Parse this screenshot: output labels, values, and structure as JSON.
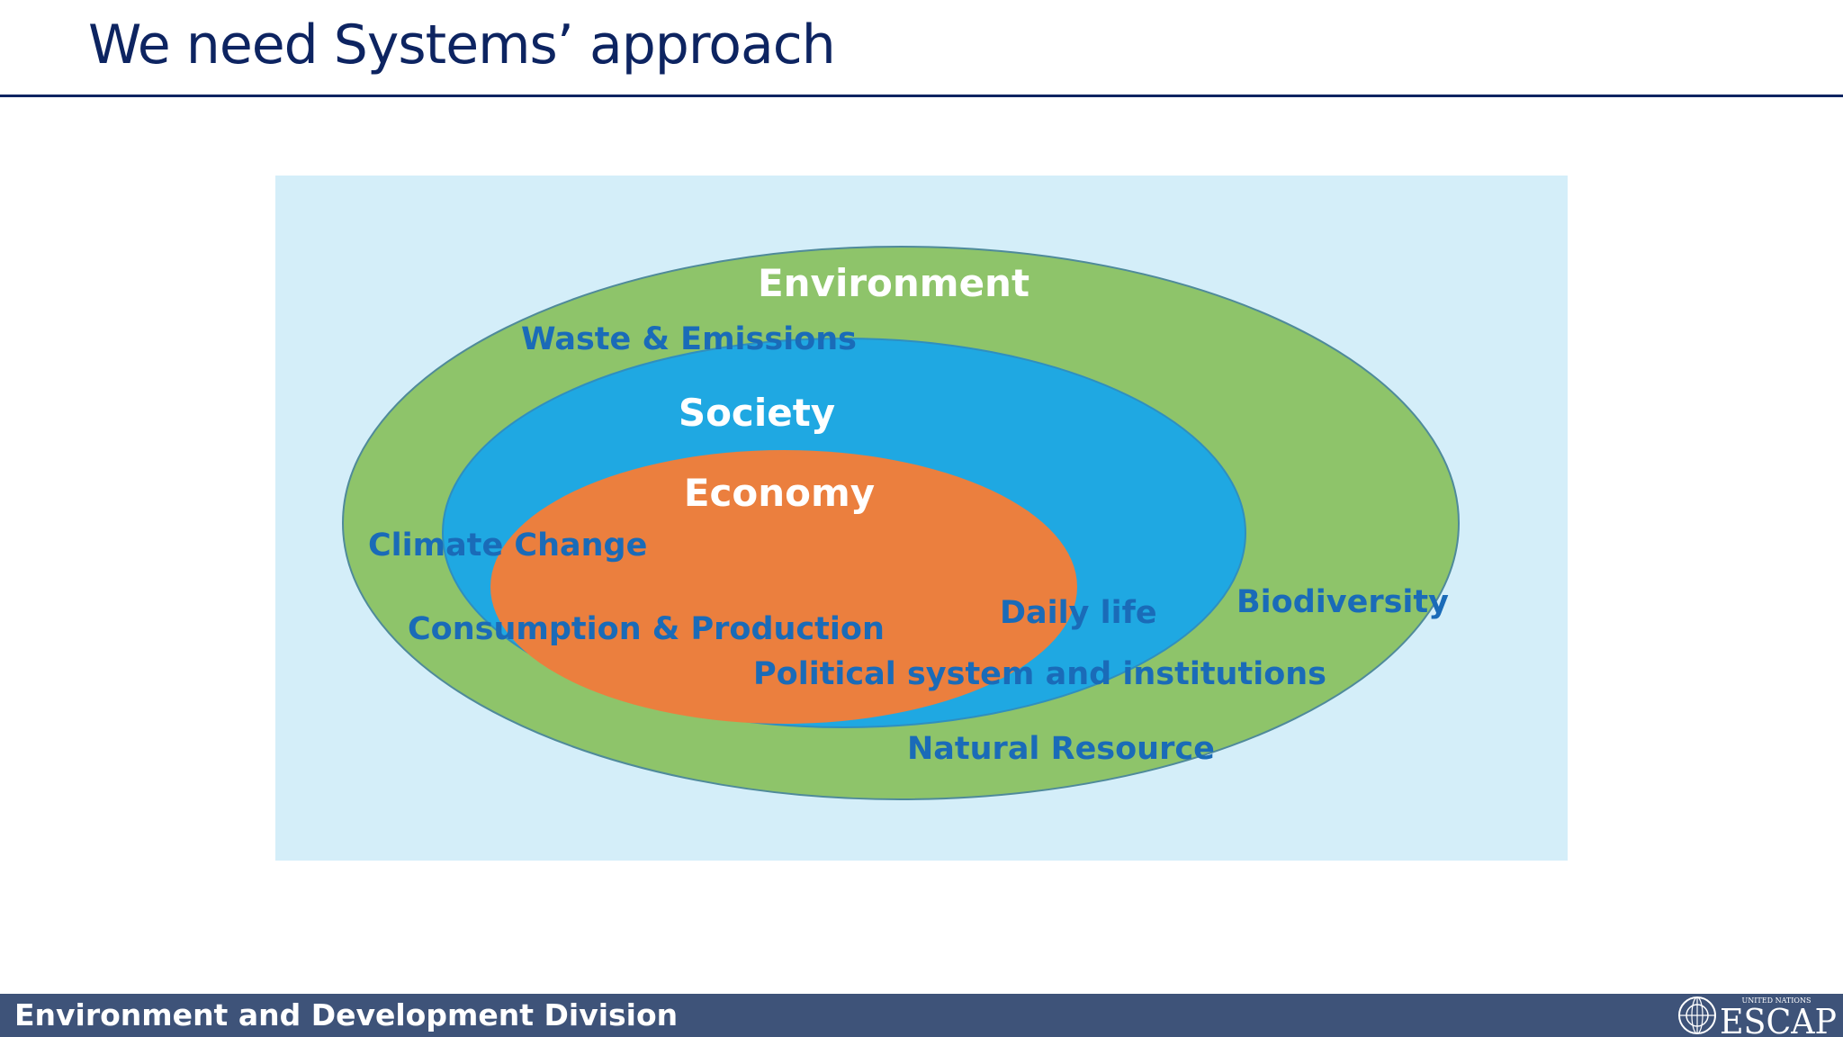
{
  "slide": {
    "title": "We need Systems’ approach"
  },
  "diagram": {
    "environment": {
      "title": "Environment",
      "fill": "#8ec46a"
    },
    "society": {
      "title": "Society",
      "fill": "#1fa8e2"
    },
    "economy": {
      "title": "Economy",
      "fill": "#eb7f3e"
    },
    "background": "#d4eef9",
    "label_color": "#1a6bb8",
    "labels": {
      "waste": "Waste & Emissions",
      "climate": "Climate Change",
      "consumption": "Consumption & Production",
      "daily": "Daily life",
      "biodiversity": "Biodiversity",
      "political": "Political system and institutions",
      "natural": "Natural Resource"
    }
  },
  "footer": {
    "division": "Environment and Development Division",
    "bar_color": "#3e5379",
    "logo_text": "ESCAP",
    "logo_small": "UNITED NATIONS"
  }
}
